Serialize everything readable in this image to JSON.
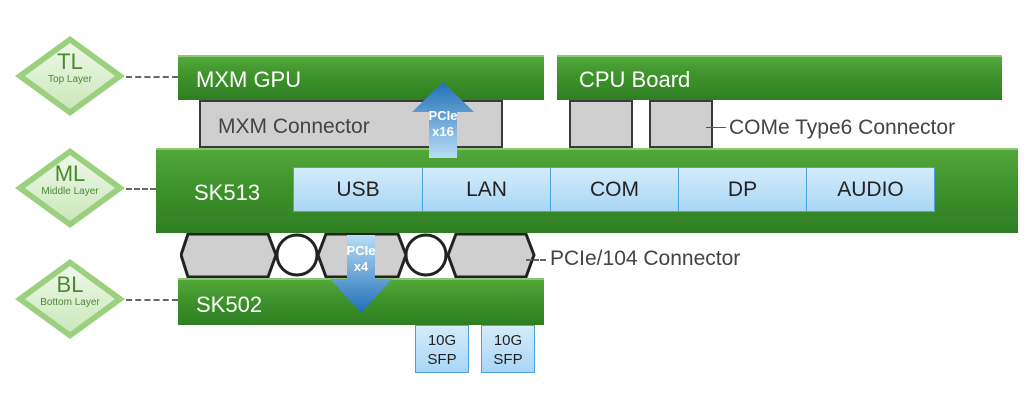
{
  "layers": [
    {
      "abbr": "TL",
      "name": "Top Layer"
    },
    {
      "abbr": "ML",
      "name": "Middle Layer"
    },
    {
      "abbr": "BL",
      "name": "Bottom Layer"
    }
  ],
  "boards": {
    "mxm_gpu": "MXM GPU",
    "cpu_board": "CPU Board",
    "sk513": "SK513",
    "sk502": "SK502"
  },
  "connectors": {
    "mxm": "MXM Connector",
    "come": "COMe Type6 Connector",
    "pcie104": "PCIe/104 Connector"
  },
  "interfaces": [
    "USB",
    "LAN",
    "COM",
    "DP",
    "AUDIO"
  ],
  "arrows": {
    "up": {
      "line1": "PCIe",
      "line2": "x16"
    },
    "down": {
      "line1": "PCIe",
      "line2": "x4"
    }
  },
  "sfp": [
    {
      "line1": "10G",
      "line2": "SFP"
    },
    {
      "line1": "10G",
      "line2": "SFP"
    }
  ],
  "colors": {
    "board_green": "#3f952c",
    "layer_diamond": "#daefcf",
    "interface_blue": "#bfe2f8",
    "arrow_blue": "#2a8ad0",
    "connector_grey": "#cfcfcf"
  }
}
